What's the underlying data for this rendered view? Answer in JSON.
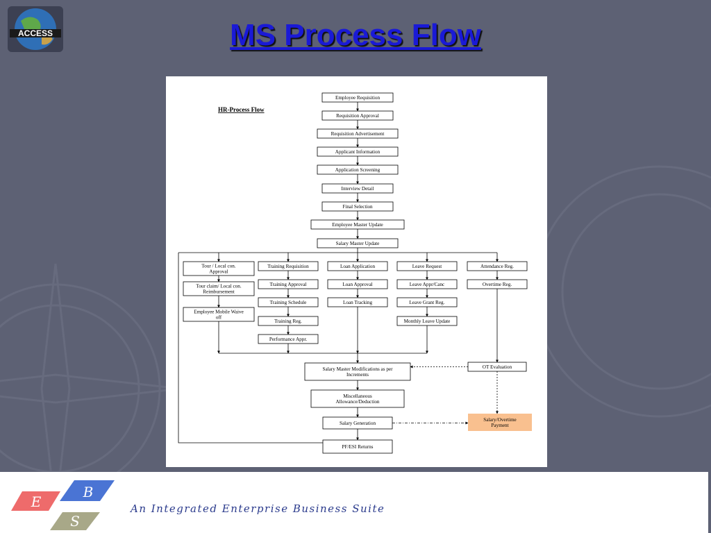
{
  "slide": {
    "title": "MS Process Flow",
    "logo_text": "ACCESS"
  },
  "diagram": {
    "subtitle": "HR-Process Flow",
    "main_flow": [
      "Employee Requisition",
      "Requisition Approval",
      "Requisition Advertisement",
      "Applicant Information",
      "Application Screening",
      "Interview Detail",
      "Final Selection",
      "Employee Master Update",
      "Salary Master Update"
    ],
    "branches": [
      {
        "nodes": [
          [
            "Tour / Local con.",
            "Approval"
          ],
          [
            "Tour claim/ Local con.",
            "Reimbursement"
          ],
          [
            "Employee Mobile Waive",
            "off"
          ]
        ]
      },
      {
        "nodes": [
          [
            "Training Requisition"
          ],
          [
            "Training Approval"
          ],
          [
            "Training Schedule"
          ],
          [
            "Training Reg."
          ],
          [
            "Performance Appr."
          ]
        ]
      },
      {
        "nodes": [
          [
            "Loan Application"
          ],
          [
            "Loan Approval"
          ],
          [
            "Loan Tracking"
          ]
        ]
      },
      {
        "nodes": [
          [
            "Leave Request"
          ],
          [
            "Leave Appr/Canc"
          ],
          [
            "Leave Grant Reg."
          ],
          [
            "Monthly Leave Update"
          ]
        ]
      },
      {
        "nodes": [
          [
            "Attendance Reg."
          ],
          [
            "Overtime Reg."
          ]
        ]
      }
    ],
    "salary_modifications": [
      "Salary Master Modifications as per",
      "Increments"
    ],
    "ot_evaluation": "OT Evaluation",
    "misc": [
      "Miscellaneous",
      "Allowance/Deduction"
    ],
    "salary_generation": "Salary Generation",
    "salary_overtime_payment": [
      "Salary/Overtime",
      "Payment"
    ],
    "pf_esi_returns": "PF/ESI Returns",
    "highlight_color": "#f9c08f"
  },
  "footer": {
    "logo_letters": [
      "E",
      "B",
      "S"
    ],
    "logo_colors": [
      "#ee6b6b",
      "#4a74d4",
      "#a8a888"
    ],
    "tagline": "An Integrated Enterprise Business Suite"
  }
}
